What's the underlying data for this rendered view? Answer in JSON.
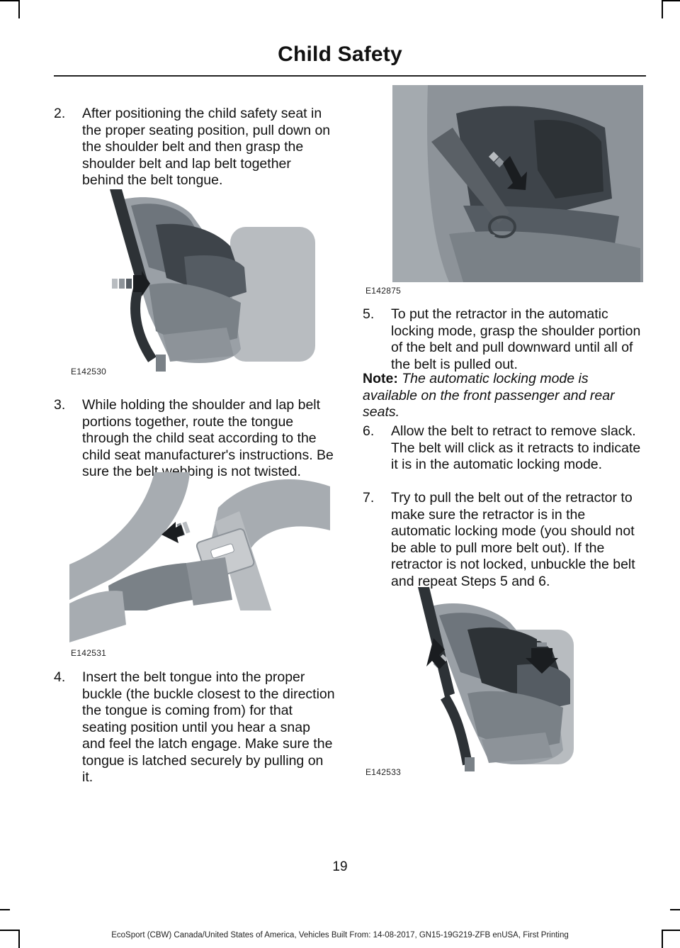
{
  "header": {
    "title": "Child Safety"
  },
  "steps": [
    {
      "num": "2.",
      "text": "After positioning the child safety seat in the proper seating position, pull down on the shoulder belt and then grasp the shoulder belt and lap belt together behind the belt tongue."
    },
    {
      "num": "3.",
      "text": "While holding the shoulder and lap belt portions together, route the tongue through the child seat according to the child seat manufacturer's instructions. Be sure the belt webbing is not twisted."
    },
    {
      "num": "4.",
      "text": "Insert the belt tongue into the proper buckle (the buckle closest to the direction the tongue is coming from) for that seating position until you hear a snap and feel the latch engage. Make sure the tongue is latched securely by pulling on it."
    },
    {
      "num": "5.",
      "text": "To put the retractor in the automatic locking mode, grasp the shoulder portion of the belt and pull downward until all of the belt is pulled out."
    },
    {
      "num": "6.",
      "text": "Allow the belt to retract to remove slack. The belt will click as it retracts to indicate it is in the automatic locking mode."
    },
    {
      "num": "7.",
      "text": "Try to pull the belt out of the retractor to make sure the retractor is in the automatic locking mode (you should not be able to pull more belt out). If the retractor is not locked, unbuckle the belt and repeat Steps 5 and 6."
    }
  ],
  "note": {
    "label": "Note:",
    "text": "The automatic locking mode is available on the front passenger and rear seats."
  },
  "figures": [
    {
      "code": "E142530"
    },
    {
      "code": "E142531"
    },
    {
      "code": "E142875"
    },
    {
      "code": "E142533"
    }
  ],
  "page_number": "19",
  "footer": "EcoSport (CBW) Canada/United States of America, Vehicles Built From: 14-08-2017, GN15-19G219-ZFB enUSA, First Printing"
}
